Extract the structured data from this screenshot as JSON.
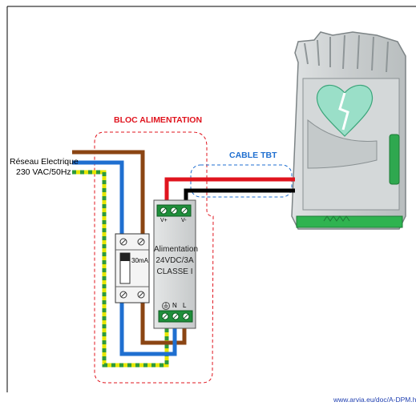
{
  "source_label": {
    "line1": "Réseau Electrique",
    "line2": "230 VAC/50Hz"
  },
  "bloc_label": "BLOC ALIMENTATION",
  "cable_label": "CABLE TBT",
  "breaker": {
    "rating": "30mA"
  },
  "psu": {
    "line1": "Alimentation",
    "line2": "24VDC/3A",
    "line3": "CLASSE I",
    "out_plus": "V+",
    "out_minus": "V-",
    "in_n": "N",
    "in_l": "L"
  },
  "footer_url": "www.arvia.eu/doc/A-DPM.html",
  "colors": {
    "brown": "#8B4513",
    "blue": "#1f6fd0",
    "earth_yellow": "#e6e600",
    "earth_green": "#2e9a3a",
    "red": "#e0141e",
    "black": "#000000",
    "bloc_label": "#e0141e",
    "cable_label": "#1f6fd0",
    "terminal_green": "#1e8f3a",
    "device_body": "#cfd3d4"
  }
}
